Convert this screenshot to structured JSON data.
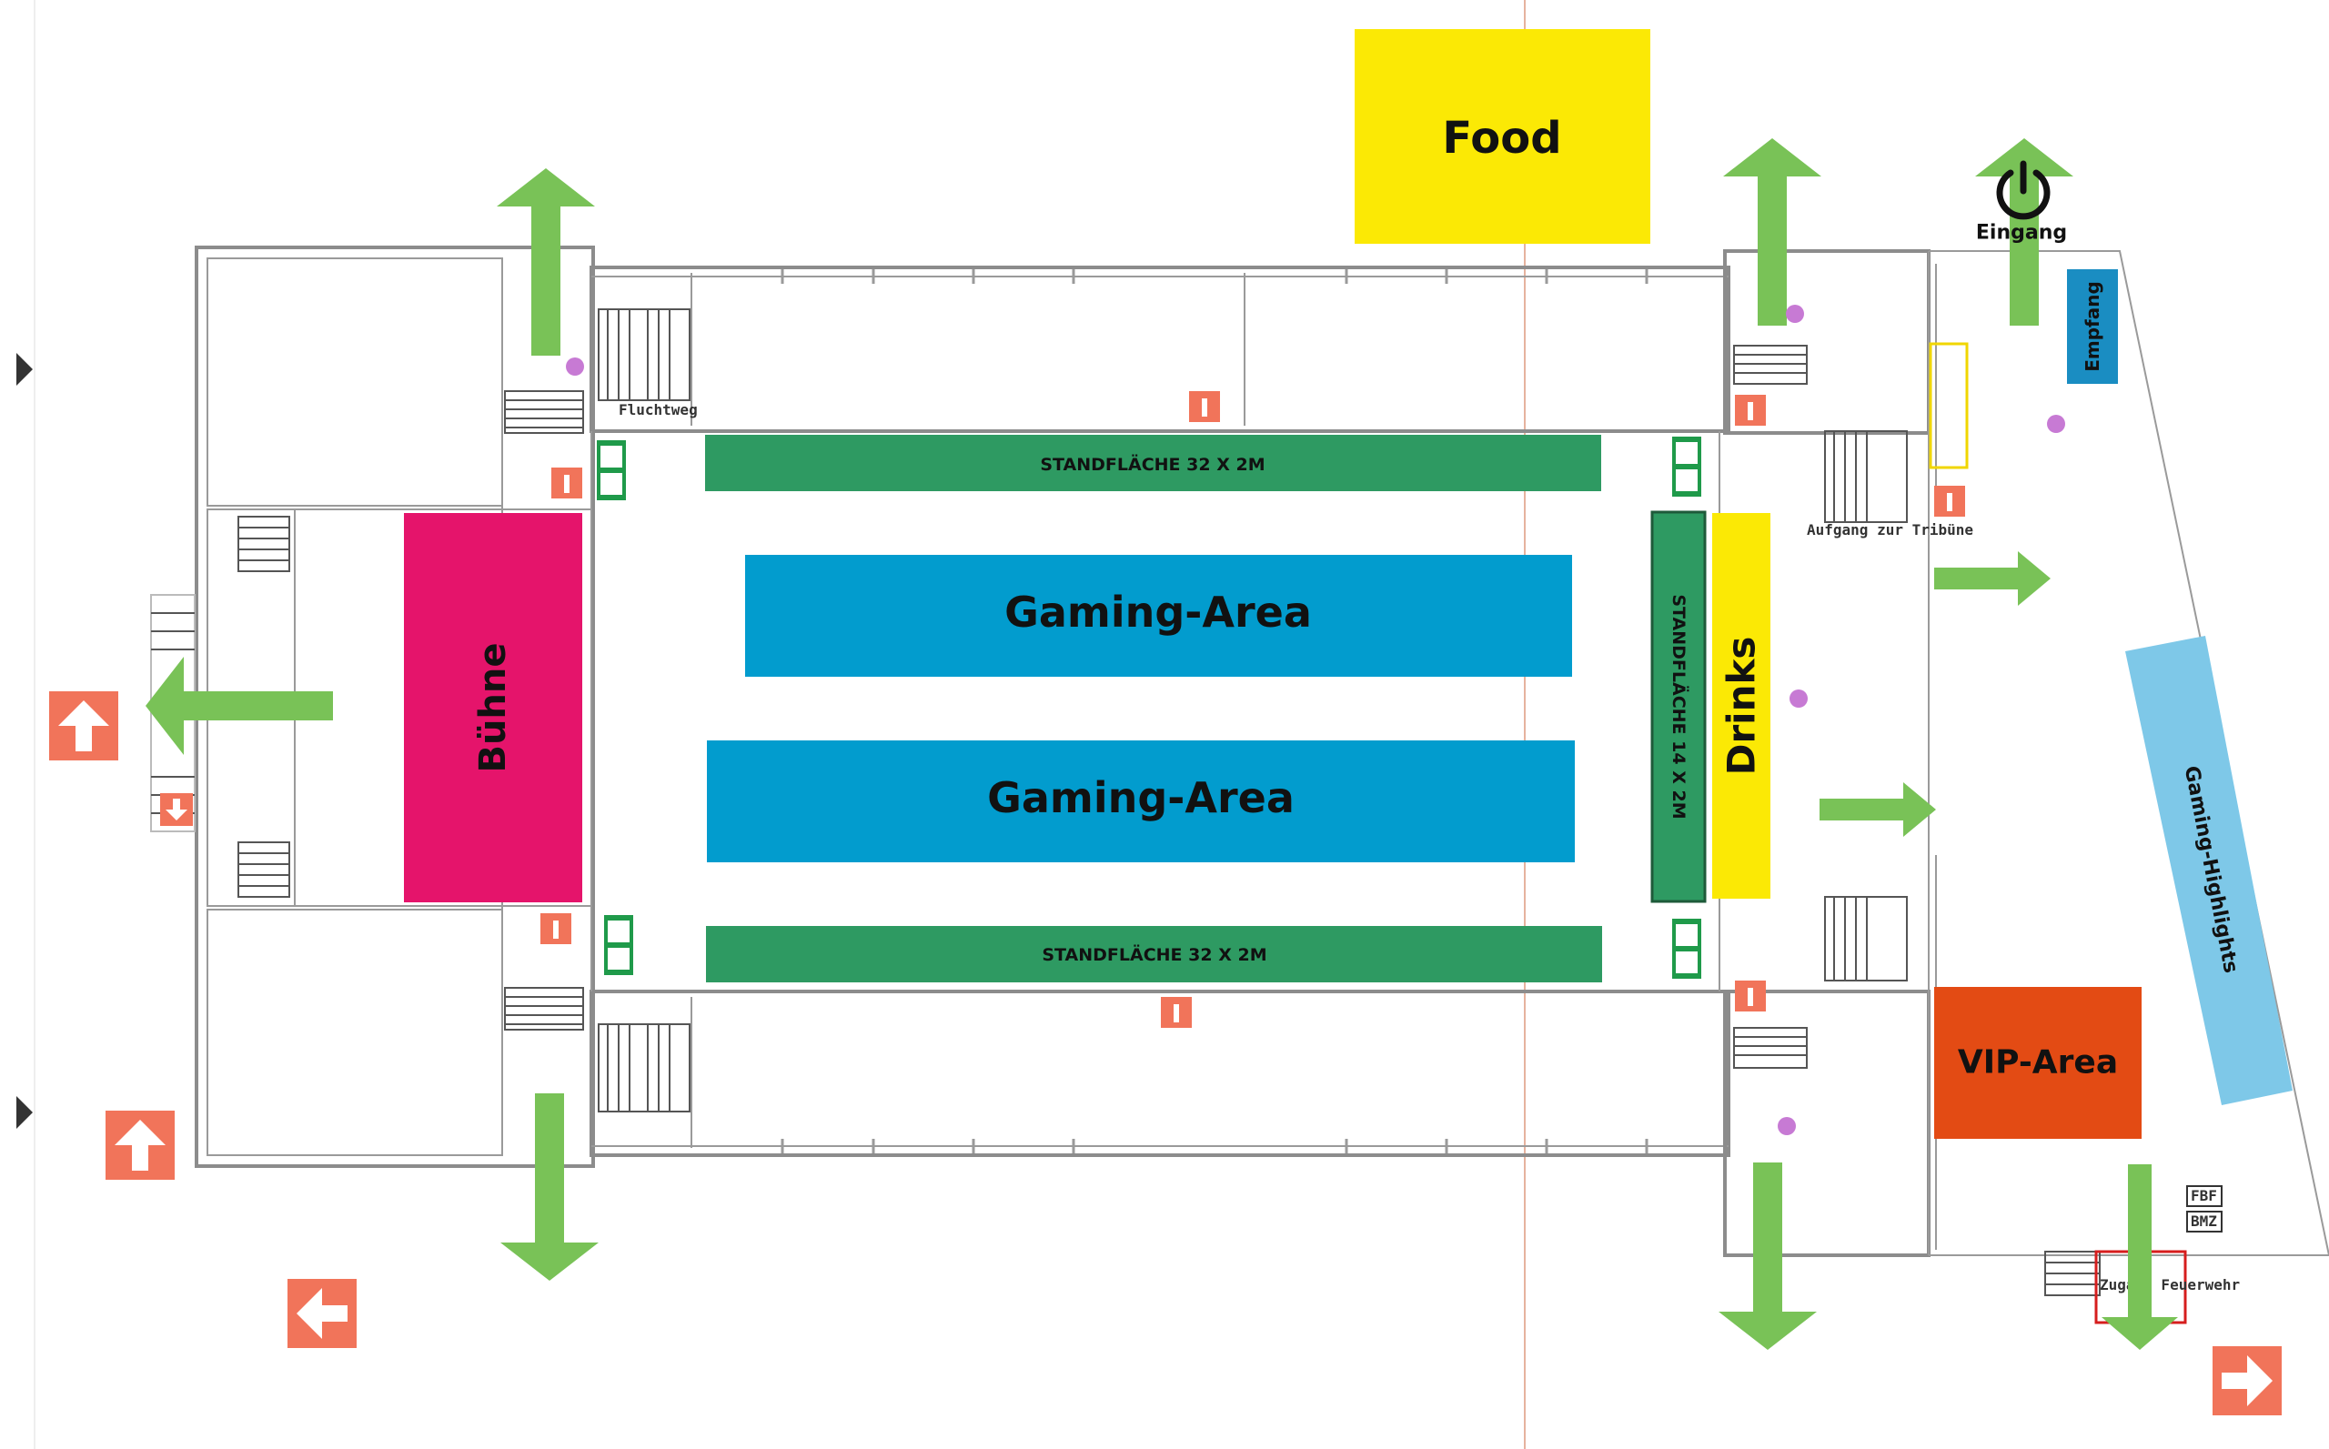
{
  "zones": {
    "food": "Food",
    "gaming_area_1": "Gaming-Area",
    "gaming_area_2": "Gaming-Area",
    "stage": "Bühne",
    "drinks": "Drinks",
    "vip": "VIP-Area",
    "gaming_highlights": "Gaming-Highlights",
    "reception": "Empfang",
    "entrance": "Eingang",
    "booth_top": "STANDFLÄCHE 32 X 2M",
    "booth_bottom": "STANDFLÄCHE 32 X 2M",
    "booth_side": "STANDFLÄCHE 14 X 2M"
  },
  "plan_notes": {
    "fluchtweg": "Fluchtweg",
    "aufgang": "Aufgang zur Tribüne",
    "fbf": "FBF",
    "bmz": "BMZ",
    "zugang": "Zugang Feuerwehr"
  },
  "colors": {
    "food": "#fbe905",
    "drinks": "#fbe905",
    "gaming_area": "#029cce",
    "stage": "#e5146b",
    "booth": "#2e9a62",
    "vip": "#e34b14",
    "gaming_highlights": "#7ec8e8",
    "reception": "#1a8dc2",
    "exit_sign": "#f1745a",
    "arrow": "#79c257"
  },
  "icons": [
    "power-icon",
    "exit-arrow-up-icon",
    "exit-arrow-down-icon",
    "exit-arrow-left-icon",
    "exit-arrow-right-icon",
    "fire-extinguisher-icon",
    "emergency-exit-sign-icon"
  ]
}
